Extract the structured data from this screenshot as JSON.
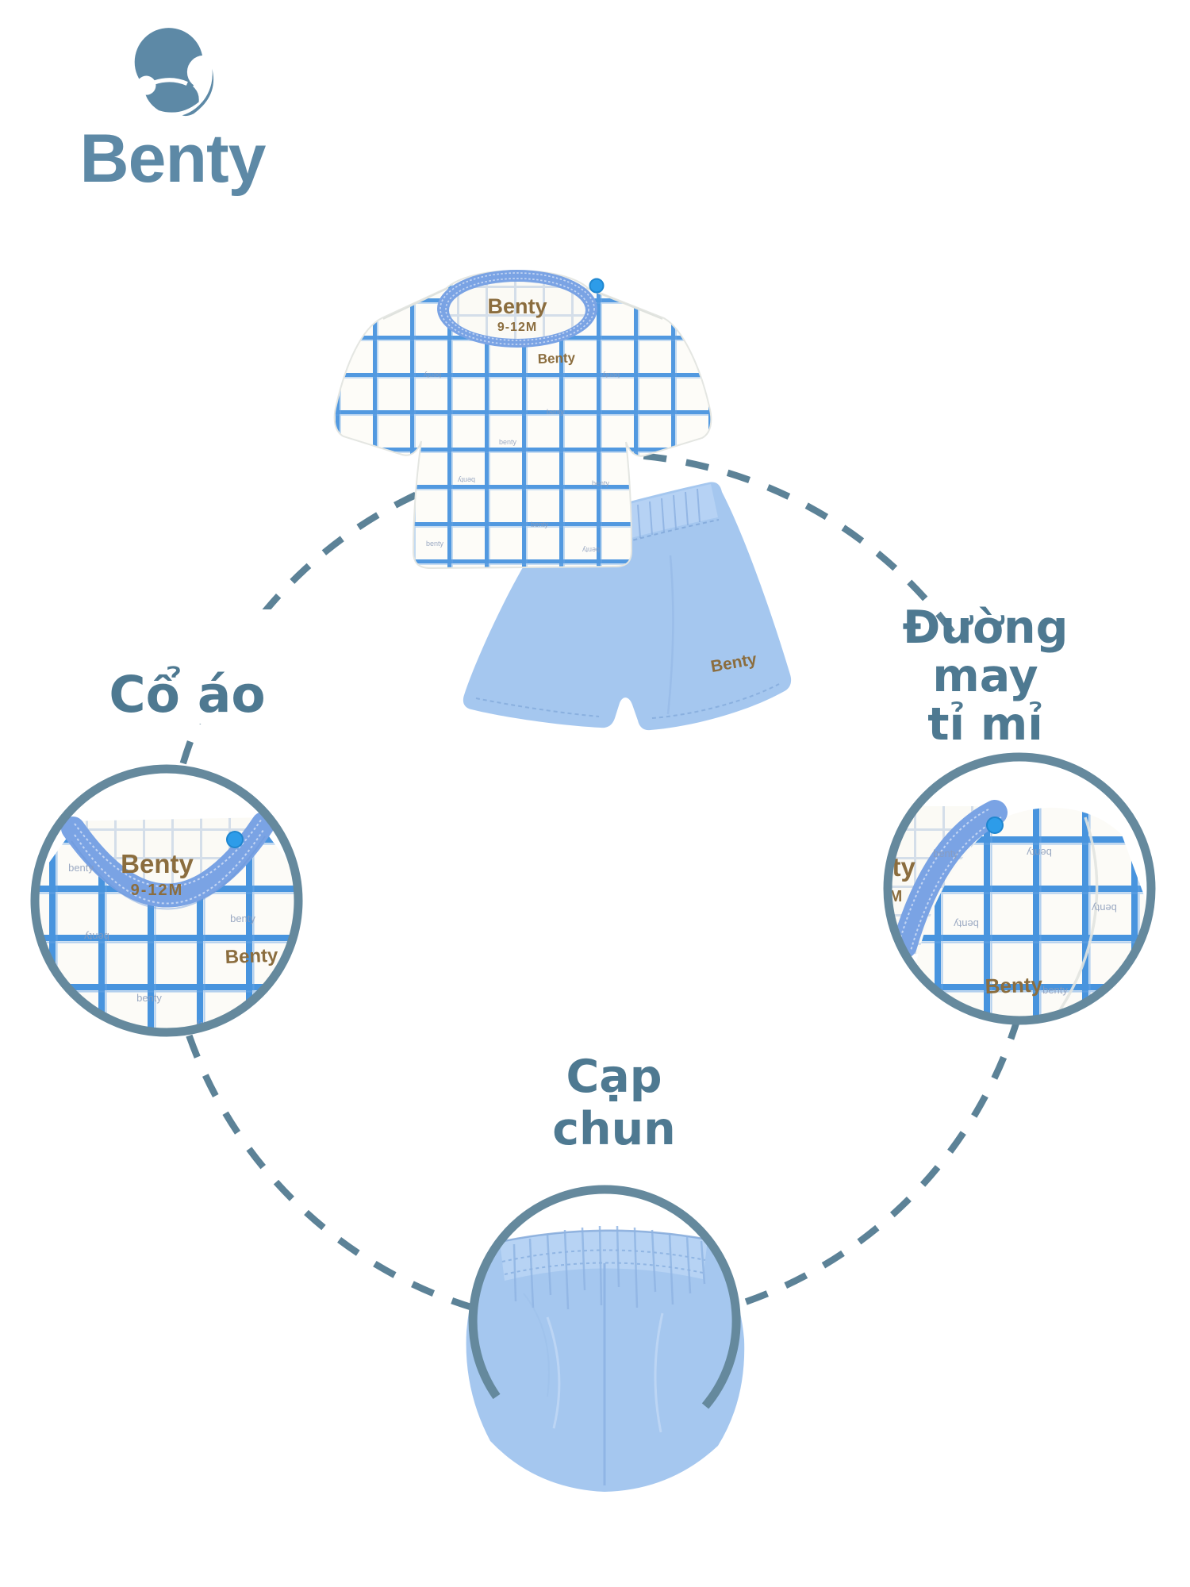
{
  "brand": {
    "name": "Benty"
  },
  "garment": {
    "collar_label_brand": "Benty",
    "collar_label_size": "9-12M",
    "chest_logo": "Benty",
    "shorts_logo": "Benty",
    "fabric_watermark": "benty"
  },
  "callouts": {
    "collar_label": "Cổ áo",
    "seams_label_line1": "Đường may",
    "seams_label_line2": "tỉ mỉ",
    "waistband_label": "Cạp chun"
  },
  "colors": {
    "brand_blue": "#5d89a6",
    "callout_text": "#4e7991",
    "ring": "#65899d",
    "dash": "#5c8297",
    "grid_blue": "#3a8bdc",
    "collar_blue": "#7aa3e4",
    "shorts_blue": "#a5c7ef",
    "logo_brown": "#8b6d3e",
    "snap_blue": "#2d9ce9"
  }
}
